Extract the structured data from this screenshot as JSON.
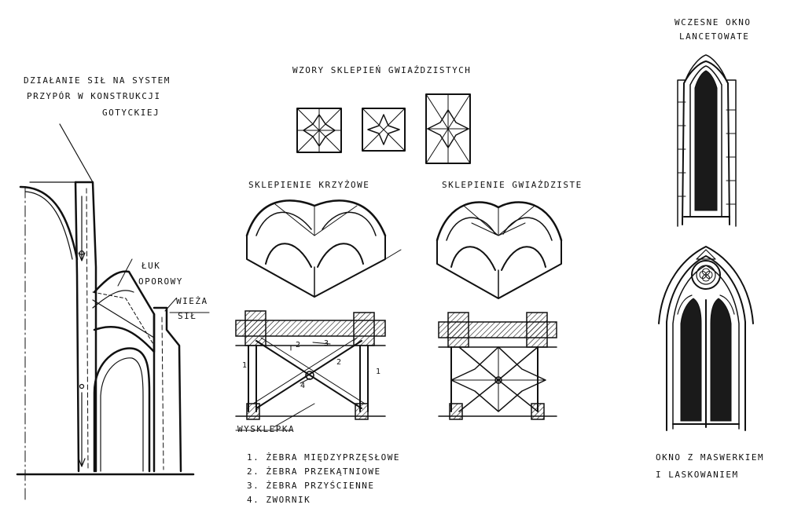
{
  "forces": {
    "title_lines": [
      "DZIAŁANIE SIŁ NA SYSTEM",
      "PRZYPÓR W KONSTRUKCJI",
      "GOTYCKIEJ"
    ],
    "arch_label_lines": [
      "ŁUK",
      "OPOROWY"
    ],
    "tower_label_lines": [
      "WIEŻA",
      "SIŁ"
    ]
  },
  "star_patterns": {
    "title": "WZORY SKLEPIEŃ GWIAŹDZISTYCH"
  },
  "vaults": {
    "cross_title": "SKLEPIENIE KRZYŻOWE",
    "star_title": "SKLEPIENIE GWIAŹDZISTE",
    "plan_numbers": [
      "1",
      "2",
      "3",
      "2",
      "1",
      "4"
    ],
    "wysklepka_label": "WYSKLEPKA"
  },
  "legend": {
    "items": [
      "1. ŻEBRA MIĘDZYPRZĘSŁOWE",
      "2. ŻEBRA PRZEKĄTNIOWE",
      "3. ŻEBRA PRZYŚCIENNE",
      "4. ZWORNIK"
    ]
  },
  "windows": {
    "lancet_title_lines": [
      "WCZESNE OKNO",
      "LANCETOWATE"
    ],
    "tracery_title_lines": [
      "OKNO Z MASWERKIEM",
      "I LASKOWANIEM"
    ]
  }
}
